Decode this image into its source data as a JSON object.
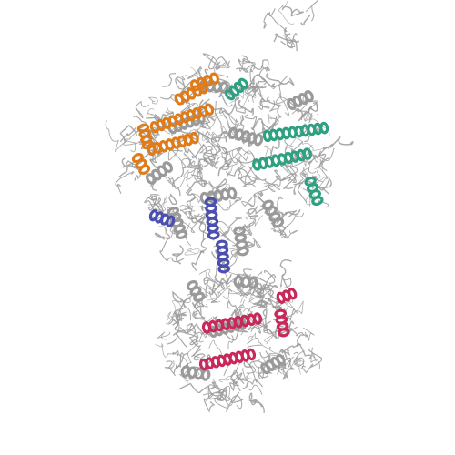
{
  "image": {
    "subject": "protein-ribbon-render",
    "background": "#ffffff",
    "backbone_color": "#9a9a9a",
    "chains": [
      {
        "id": "orange",
        "color": "#e07b1a"
      },
      {
        "id": "teal",
        "color": "#2fa183"
      },
      {
        "id": "blue",
        "color": "#4a4fb0"
      },
      {
        "id": "crimson",
        "color": "#c8285a"
      }
    ]
  }
}
